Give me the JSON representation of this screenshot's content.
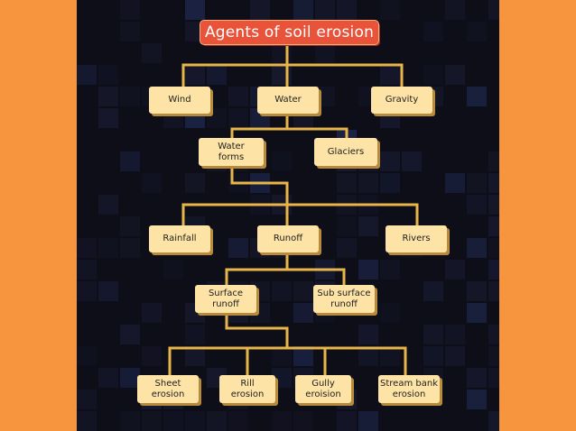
{
  "title": "Agents of soil erosion",
  "nodes": {
    "wind": "Wind",
    "water": "Water",
    "gravity": "Gravity",
    "water_forms": "Water\nforms",
    "glaciers": "Glaciers",
    "rainfall": "Rainfall",
    "runoff": "Runoff",
    "rivers": "Rivers",
    "surface_runoff": "Surface\nrunoff",
    "sub_surface_runoff": "Sub surface\nrunoff",
    "sheet_erosion": "Sheet\nerosion",
    "rill_erosion": "Rill\nerosion",
    "gully_erosion": "Gully\neroision",
    "stream_bank_erosion": "Stream bank\nerosion"
  },
  "colors": {
    "background": "#f7953f",
    "panel": "#0d0e18",
    "title_box": "#e8533a",
    "node_box": "#fde3a6",
    "connector": "#e7b54a"
  }
}
